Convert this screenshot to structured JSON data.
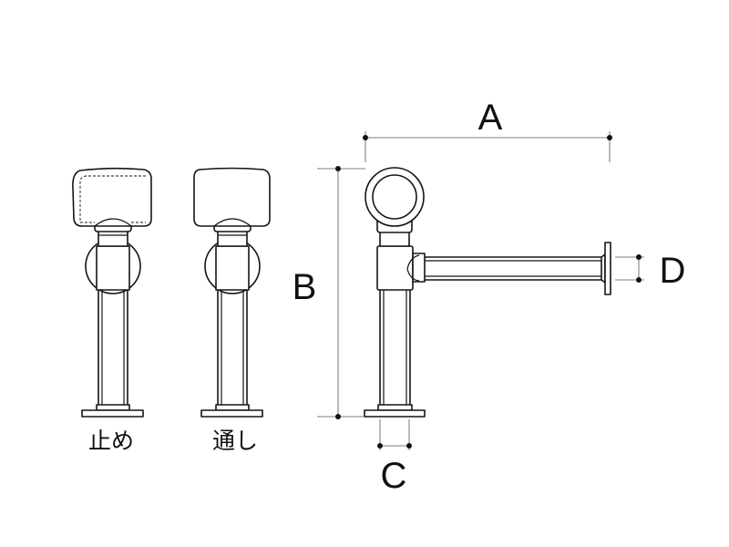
{
  "labels": {
    "valve_stop": "止め",
    "valve_through": "通し"
  },
  "dimensions": {
    "a": "A",
    "b": "B",
    "c": "C",
    "d": "D"
  }
}
